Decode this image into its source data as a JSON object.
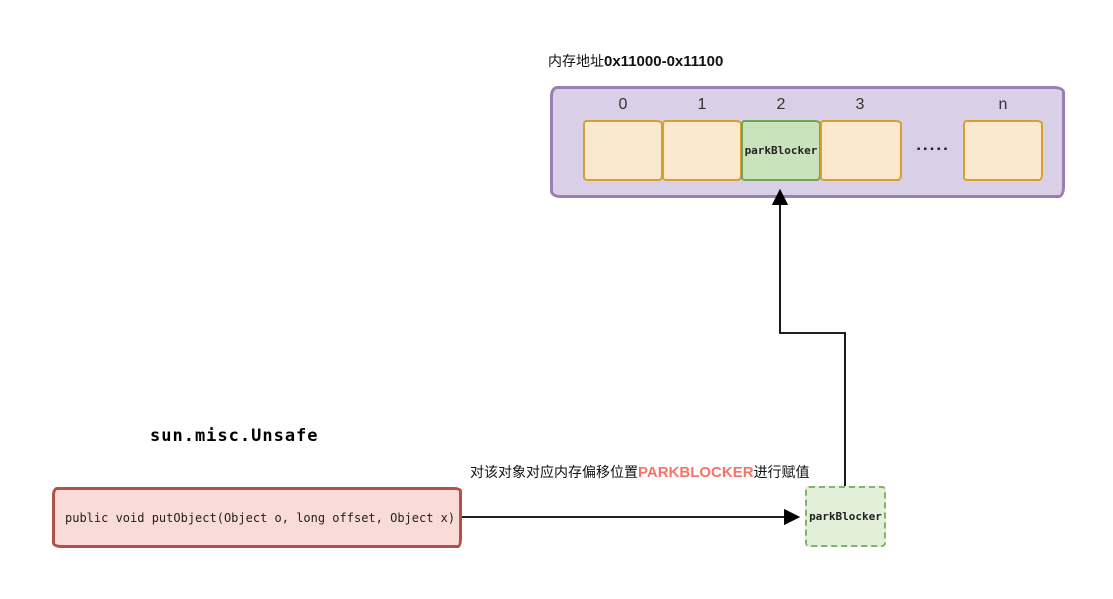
{
  "memory": {
    "title_prefix": "内存地址",
    "title_range": "0x11000-0x11100",
    "cells": [
      {
        "index": "0",
        "label": ""
      },
      {
        "index": "1",
        "label": ""
      },
      {
        "index": "2",
        "label": "parkBlocker"
      },
      {
        "index": "3",
        "label": ""
      },
      {
        "index": "n",
        "label": ""
      }
    ],
    "ellipsis": "....."
  },
  "unsafe": {
    "title": "sun.misc.Unsafe",
    "method_signature": "public void putObject(Object o, long offset, Object x)"
  },
  "annotation": {
    "prefix": "对该对象对应内存偏移位置",
    "highlight": "PARKBLOCKER",
    "suffix": "进行赋值"
  },
  "parkblocker_box": {
    "label": "parkBlocker"
  },
  "colors": {
    "container_fill": "#d9cfe7",
    "container_border": "#9b7fb3",
    "cell_fill": "#fce8cd",
    "cell_border": "#d6a02f",
    "highlight_cell_fill": "#cbe3bd",
    "highlight_cell_border": "#72a356",
    "dashed_box_fill": "#e2efd9",
    "dashed_box_border": "#82b368",
    "method_box_fill": "#f9dcd8",
    "method_box_border": "#b1524a",
    "annotation_highlight": "#f4736b",
    "arrow": "#000000"
  }
}
